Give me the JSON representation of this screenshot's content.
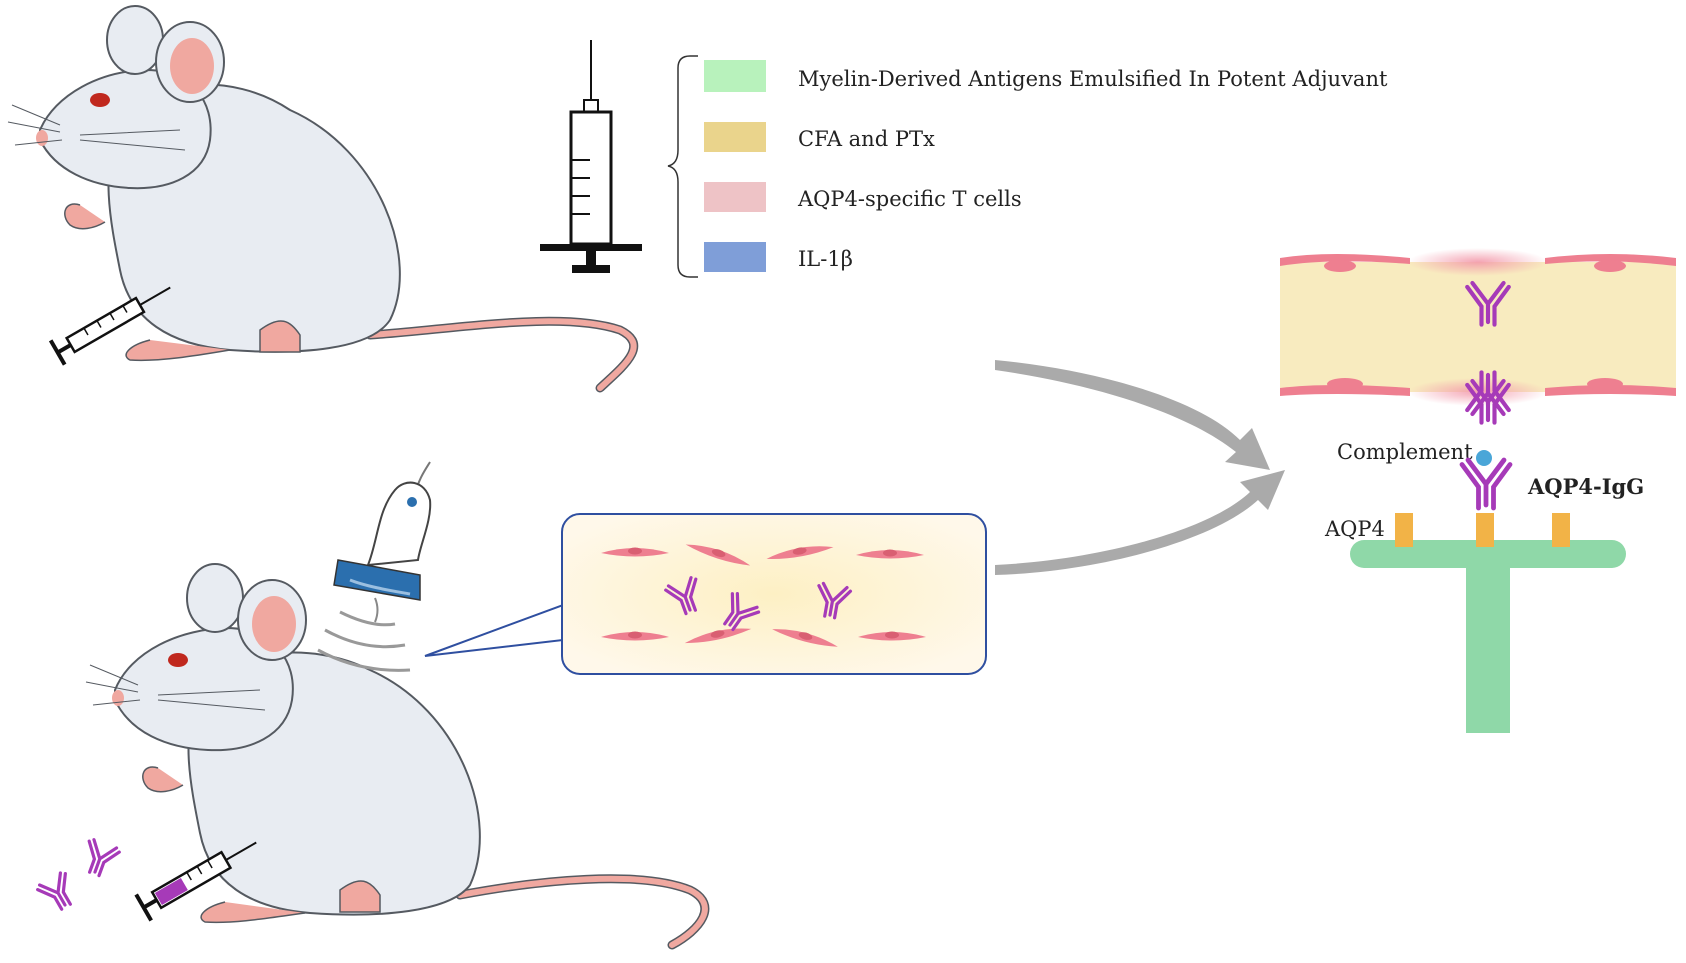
{
  "legend": {
    "items": [
      {
        "label": "Myelin-Derived Antigens Emulsified In Potent Adjuvant",
        "color": "#b8f2bc"
      },
      {
        "label": "CFA and PTx",
        "color": "#ead48c"
      },
      {
        "label": "AQP4-specific T cells",
        "color": "#eec3c6"
      },
      {
        "label": "IL-1β",
        "color": "#7f9ed8"
      }
    ]
  },
  "labels": {
    "complement": "Complement",
    "aqp4_igg": "AQP4-IgG",
    "aqp4": "AQP4"
  },
  "colors": {
    "mouse_body": "#e8ecf2",
    "mouse_outline": "#555a61",
    "ear_tail": "#f0a8a0",
    "eye": "#c0281e",
    "antibody": "#a63ab8",
    "vessel_fill": "#f8ebbf",
    "endothelial": "#ee7f90",
    "astrocyte": "#8fd8a8",
    "aqp4_channel": "#f2b347",
    "complement_dot": "#4aa6d8",
    "probe_blue": "#2b6fae",
    "arrow": "#aaaaaa"
  },
  "icons": [
    "syringe-icon",
    "ultrasound-probe-icon",
    "antibody-icon",
    "mouse-illustration"
  ]
}
